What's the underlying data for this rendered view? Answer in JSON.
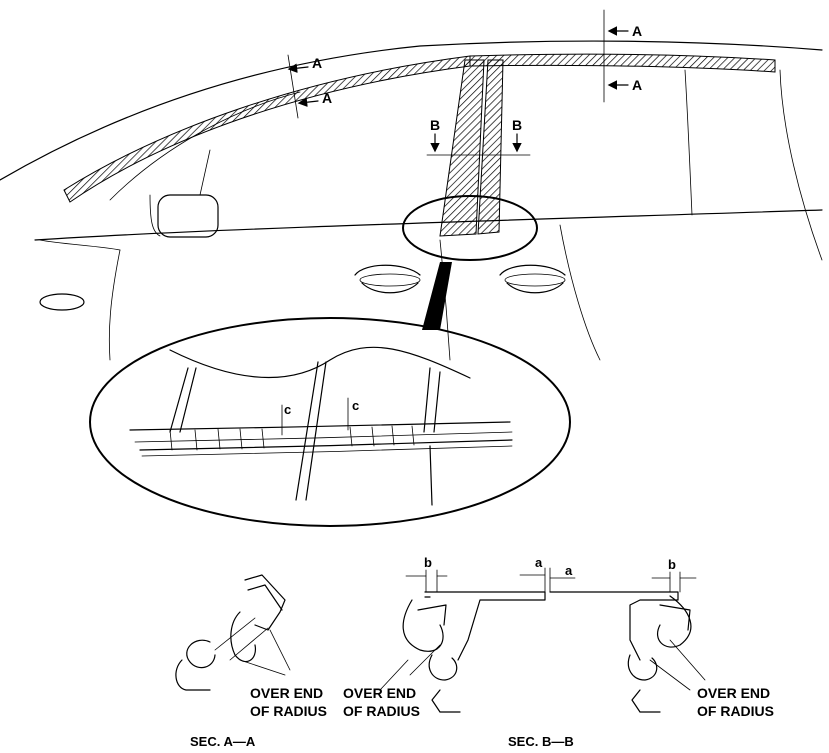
{
  "labels": {
    "section_a": "A",
    "section_b": "B",
    "gap_a": "a",
    "gap_b": "b",
    "gap_c": "c",
    "over_end_of_radius_line1": "OVER END",
    "over_end_of_radius_line2": "OF RADIUS",
    "sec_aa": "SEC. A—A",
    "sec_bb": "SEC. B—B"
  }
}
